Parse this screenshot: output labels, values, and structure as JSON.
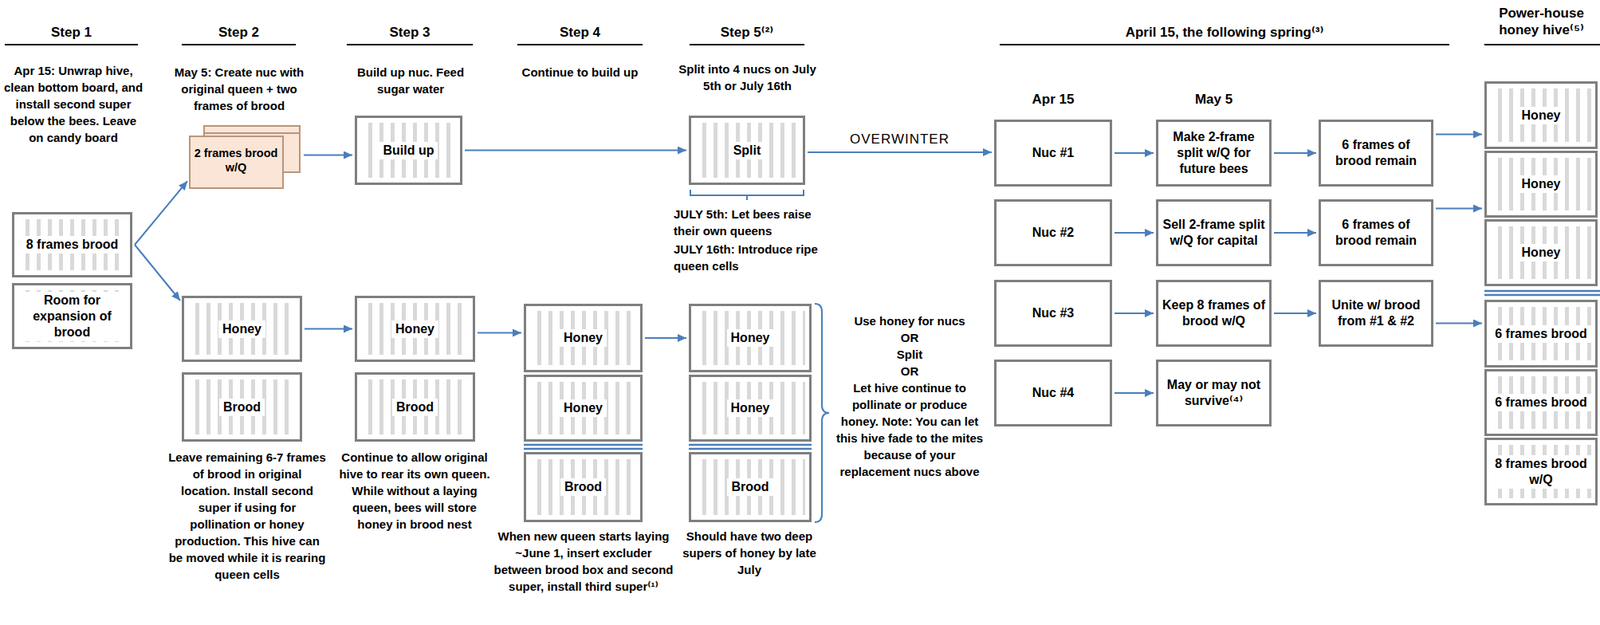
{
  "diagram": {
    "nodes": [
      {
        "text": [
          "8 frames brood"
        ]
      },
      {
        "text": [
          "Room for expansion of brood"
        ]
      },
      {
        "text": [
          "2 frames brood w/Q"
        ]
      },
      {
        "text": [
          "Honey"
        ]
      },
      {
        "text": [
          "Brood"
        ]
      },
      {
        "text": [
          "Build up"
        ]
      },
      {
        "text": [
          "Honey"
        ]
      },
      {
        "text": [
          "Brood"
        ]
      },
      {
        "text": [
          "Honey"
        ]
      },
      {
        "text": [
          "Honey"
        ]
      },
      {
        "text": [
          "Brood"
        ]
      },
      {
        "text": [
          "Split"
        ]
      },
      {
        "text": [
          "Honey"
        ]
      },
      {
        "text": [
          "Honey"
        ]
      },
      {
        "text": [
          "Brood"
        ]
      },
      {
        "text": [
          "Nuc #1"
        ]
      },
      {
        "text": [
          "Nuc #2"
        ]
      },
      {
        "text": [
          "Nuc #3"
        ]
      },
      {
        "text": [
          "Nuc #4"
        ]
      },
      {
        "text": [
          "Make 2-frame split w/Q for future bees"
        ]
      },
      {
        "text": [
          "Sell 2-frame split w/Q for capital"
        ]
      },
      {
        "text": [
          "Keep 8 frames of brood w/Q"
        ]
      },
      {
        "text": [
          "May or may not survive⁽⁴⁾"
        ]
      },
      {
        "text": [
          "6 frames of brood remain"
        ]
      },
      {
        "text": [
          "6 frames of brood remain"
        ]
      },
      {
        "text": [
          "Unite w/ brood from #1 & #2"
        ]
      },
      {
        "text": [
          "Honey"
        ]
      },
      {
        "text": [
          "Honey"
        ]
      },
      {
        "text": [
          "Honey"
        ]
      },
      {
        "text": [
          "6 frames brood"
        ]
      },
      {
        "text": [
          "6 frames brood"
        ]
      },
      {
        "text": [
          "8 frames brood w/Q"
        ]
      }
    ],
    "edges": [
      {
        "from": 0,
        "to": 2,
        "arrow": "to"
      },
      {
        "from": 0,
        "to": 3,
        "arrow": "to"
      },
      {
        "from": 2,
        "to": 5,
        "arrow": "to"
      },
      {
        "from": 5,
        "to": 11,
        "arrow": "to"
      },
      {
        "from": 11,
        "to": 15,
        "label": "OVERWINTER",
        "arrow": "to"
      },
      {
        "from": 3,
        "to": 6,
        "arrow": "to"
      },
      {
        "from": 6,
        "to": 8,
        "arrow": "to"
      },
      {
        "from": 8,
        "to": 12,
        "arrow": "to"
      },
      {
        "from": 15,
        "to": 19,
        "arrow": "to"
      },
      {
        "from": 16,
        "to": 20,
        "arrow": "to"
      },
      {
        "from": 17,
        "to": 21,
        "arrow": "to"
      },
      {
        "from": 18,
        "to": 22,
        "arrow": "to"
      },
      {
        "from": 19,
        "to": 23,
        "arrow": "to"
      },
      {
        "from": 20,
        "to": 24,
        "arrow": "to"
      },
      {
        "from": 21,
        "to": 25,
        "arrow": "to"
      },
      {
        "from": 23,
        "to": 26,
        "arrow": "to"
      },
      {
        "from": 24,
        "to": 27,
        "arrow": "to"
      },
      {
        "from": 25,
        "to": 29,
        "arrow": "to"
      }
    ],
    "labels": [
      "Step 1",
      "Step 2",
      "Step 3",
      "Step 4",
      "Step 5⁽²⁾",
      "April 15, the following spring⁽³⁾",
      "Power-house honey hive⁽⁵⁾",
      "Apr 15: Unwrap hive, clean bottom board, and install second super below the bees. Leave on candy board",
      "May 5: Create nuc with original queen + two frames of brood",
      "Build up nuc. Feed sugar water",
      "Continue to build up",
      "Split into 4 nucs on July 5th or July 16th",
      "JULY 5th: Let bees raise their own queens",
      "JULY 16th: Introduce ripe queen cells",
      "Leave remaining 6-7 frames of brood in original location. Install second super if using for pollination or honey production. This hive can be moved while it is rearing queen cells",
      "Continue to allow original hive to rear its own queen. While without a laying queen, bees will store honey in brood nest",
      "When new queen starts laying ~June 1, insert excluder between brood box and second super, install third super⁽¹⁾",
      "Should have two deep supers of honey by late July",
      "Use honey for nucs",
      "OR",
      "Split",
      "OR",
      "Let hive continue to pollinate or produce honey. Note: You can let this hive fade to the mites because of your replacement nucs above",
      "Apr 15",
      "May 5"
    ]
  }
}
